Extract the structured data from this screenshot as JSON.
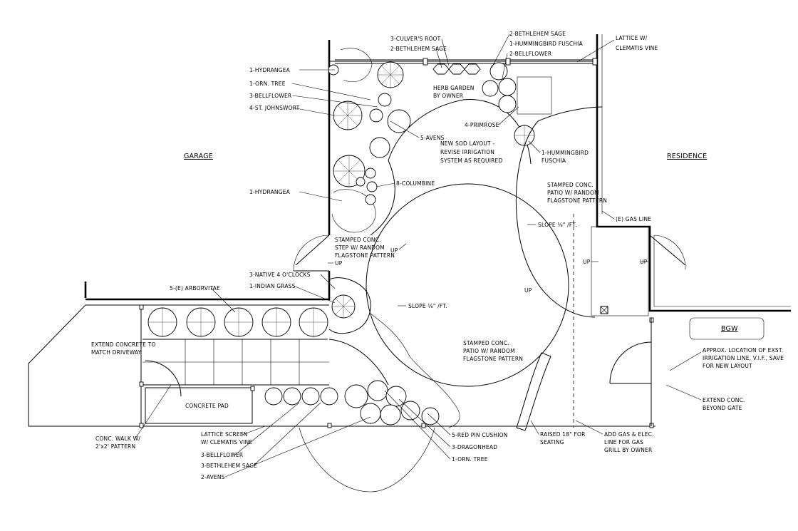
{
  "rooms": {
    "garage": "GARAGE",
    "residence": "RESIDENCE",
    "bgw": "BGW"
  },
  "callouts": {
    "hydrangea_1": "1-HYDRANGEA",
    "orn_tree_1": "1-ORN. TREE",
    "bellflower_3": "3-BELLFLOWER",
    "st_johnswort": "4-ST. JOHNSWORT",
    "hydrangea_2": "1-HYDRANGEA",
    "culvers_root": "3-CULVER'S ROOT",
    "bethlehem_sage_top": "2-BETHLEHEM SAGE",
    "bethlehem_sage_top2": "2-BETHLEHEM SAGE",
    "hummingbird_fuschia_top": "1-HUMMINGBIRD FUSCHIA",
    "bellflower_top": "2-BELLFLOWER",
    "lattice_clematis_l1": "LATTICE W/",
    "lattice_clematis_l2": "CLEMATIS VINE",
    "herb_garden_l1": "HERB GARDEN",
    "herb_garden_l2": "BY OWNER",
    "primrose": "4-PRIMROSE",
    "avens_5": "5-AVENS",
    "new_sod_l1": "NEW SOD LAYOUT -",
    "new_sod_l2": "REVISE IRRIGATION",
    "new_sod_l3": "SYSTEM AS REQUIRED",
    "columbine": "8-COLUMBINE",
    "hummingbird_fuschia_r1": "1-HUMMINGBIRD",
    "hummingbird_fuschia_r2": "FUSCHIA",
    "stamped_patio_r_l1": "STAMPED CONC.",
    "stamped_patio_r_l2": "PATIO W/ RANDOM",
    "stamped_patio_r_l3": "FLAGSTONE PATTERN",
    "gas_line": "(E) GAS LINE",
    "slope_r": "SLOPE ⅛\" /FT.",
    "step_l1": "STAMPED CONC.",
    "step_l2": "STEP W/ RANDOM",
    "step_l3": "FLAGSTONE PATTERN",
    "up": "UP",
    "four_oclocks": "3-NATIVE 4 O'CLOCKS",
    "indian_grass": "1-INDIAN GRASS",
    "arborvitae": "5-(E) ARBORVITAE",
    "slope_c": "SLOPE ⅛\" /FT.",
    "stamped_patio_c_l1": "STAMPED CONC.",
    "stamped_patio_c_l2": "PATIO W/ RANDOM",
    "stamped_patio_c_l3": "FLAGSTONE PATTERN",
    "extend_concrete_l1": "EXTEND CONCRETE TO",
    "extend_concrete_l2": "MATCH DRIVEWAY",
    "concrete_pad": "CONCRETE PAD",
    "conc_walk_l1": "CONC. WALK W/",
    "conc_walk_l2": "2'x2' PATTERN",
    "lattice_screen_l1": "LATTICE SCREEN",
    "lattice_screen_l2": "W/ CLEMATIS VINE",
    "bellflower_bottom": "3-BELLFLOWER",
    "bethlehem_sage_bottom": "3-BETHLEHEM SAGE",
    "avens_bottom": "2-AVENS",
    "red_pin_cushion": "5-RED PIN CUSHION",
    "dragonhead": "3-DRAGONHEAD",
    "orn_tree_bottom": "1-ORN. TREE",
    "raised_l1": "RAISED 18\" FOR",
    "raised_l2": "SEATING",
    "add_gas_l1": "ADD GAS & ELEC.",
    "add_gas_l2": "LINE FOR GAS",
    "add_gas_l3": "GRILL BY OWNER",
    "irrigation_l1": "APPROX. LOCATION OF EXST.",
    "irrigation_l2": "IRRIGATION LINE, V.I.F., SAVE",
    "irrigation_l3": "FOR NEW LAYOUT",
    "extend_conc_l1": "EXTEND CONC.",
    "extend_conc_l2": "BEYOND GATE"
  }
}
